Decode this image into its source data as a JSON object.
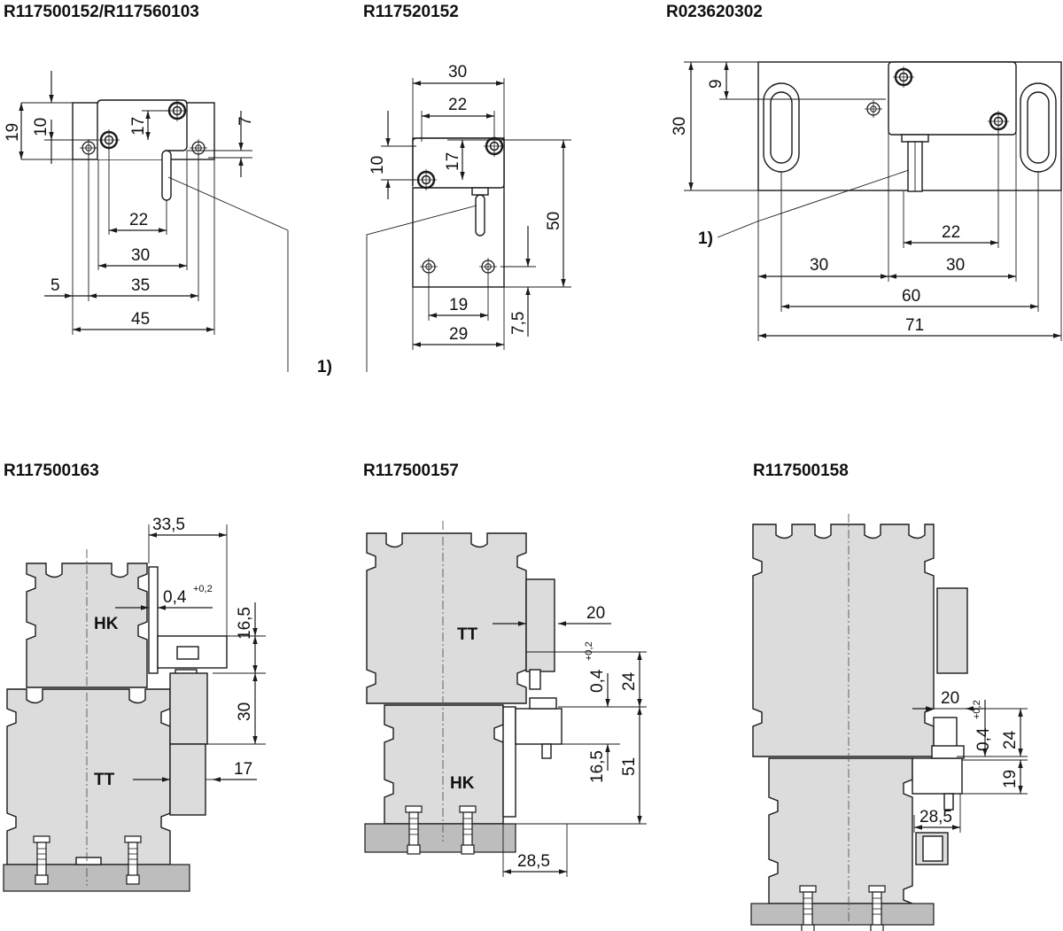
{
  "titles": {
    "a": "R117500152/R117560103",
    "b": "R117520152",
    "c": "R023620302",
    "d": "R117500163",
    "e": "R117500157",
    "f": "R117500158"
  },
  "diagram_a": {
    "dims": [
      "19",
      "10",
      "17",
      "7",
      "22",
      "30",
      "5",
      "35",
      "45"
    ],
    "callout": "1)"
  },
  "diagram_b": {
    "dims": [
      "30",
      "22",
      "10",
      "17",
      "50",
      "19",
      "29",
      "7,5"
    ],
    "callout": "1)"
  },
  "diagram_c": {
    "dims": [
      "9",
      "30",
      "22",
      "30",
      "30",
      "60",
      "71"
    ],
    "callout": "1)"
  },
  "diagram_d": {
    "dims": [
      "33,5",
      "0,4",
      "+0,2",
      "16,5",
      "30",
      "17"
    ],
    "labels": [
      "HK",
      "TT"
    ]
  },
  "diagram_e": {
    "dims": [
      "20",
      "0,4",
      "+0,2",
      "24",
      "16,5",
      "51",
      "28,5"
    ],
    "labels": [
      "TT",
      "HK"
    ]
  },
  "diagram_f": {
    "dims": [
      "20",
      "0,4",
      "+0,2",
      "24",
      "19",
      "28,5"
    ]
  }
}
